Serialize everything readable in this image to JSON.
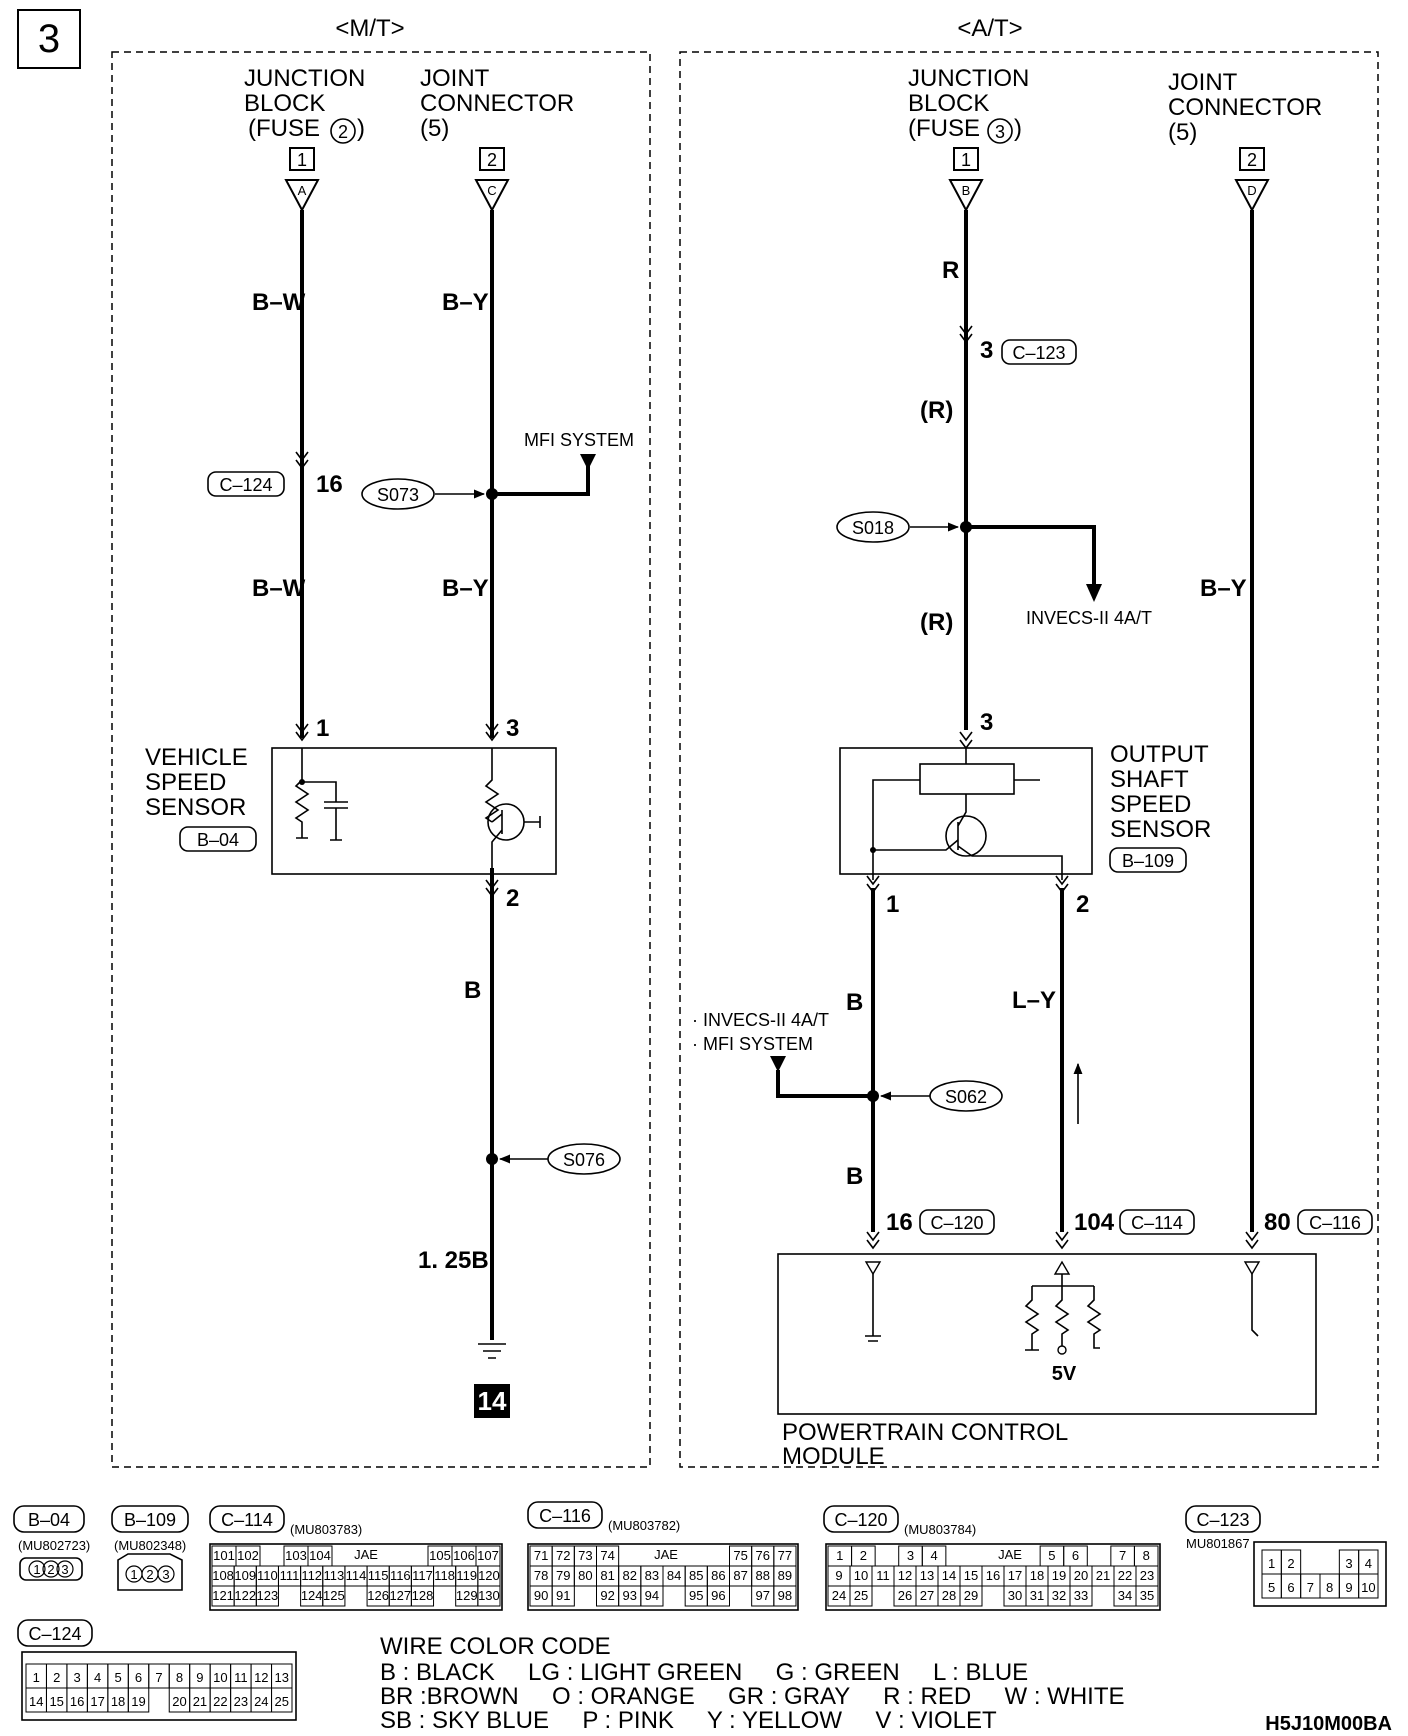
{
  "page_number": "3",
  "sections": {
    "mt": "<M/T>",
    "at": "<A/T>"
  },
  "mt": {
    "junction_block": {
      "line1": "JUNCTION",
      "line2": "BLOCK",
      "line3": "(FUSE",
      "fuse": "2",
      "close": ")",
      "pin": "1",
      "letter": "A"
    },
    "joint_connector": {
      "line1": "JOINT",
      "line2": "CONNECTOR",
      "line3": "(5)",
      "pin": "2",
      "letter": "C"
    },
    "wire_bw_1": "B–W",
    "wire_by_1": "B–Y",
    "conn_c124": "C–124",
    "conn_c124_pin": "16",
    "mfi_system": "MFI SYSTEM",
    "splice_s073": "S073",
    "wire_bw_2": "B–W",
    "wire_by_2": "B–Y",
    "sensor": {
      "line1": "VEHICLE",
      "line2": "SPEED",
      "line3": "SENSOR",
      "code": "B–04",
      "pin1": "1",
      "pin3": "3",
      "pin2": "2"
    },
    "wire_b": "B",
    "splice_s076": "S076",
    "wire_125b": "1. 25B",
    "ground": "14"
  },
  "at": {
    "junction_block": {
      "line1": "JUNCTION",
      "line2": "BLOCK",
      "line3": "(FUSE",
      "fuse": "3",
      "close": ")",
      "pin": "1",
      "letter": "B"
    },
    "joint_connector": {
      "line1": "JOINT",
      "line2": "CONNECTOR",
      "line3": "(5)",
      "pin": "2",
      "letter": "D"
    },
    "wire_r": "R",
    "conn_c123_pin": "3",
    "conn_c123": "C–123",
    "wire_r_paren_1": "(R)",
    "splice_s018": "S018",
    "invecs": "INVECS-II 4A/T",
    "wire_r_paren_2": "(R)",
    "wire_by": "B–Y",
    "sensor_pin3": "3",
    "sensor": {
      "line1": "OUTPUT",
      "line2": "SHAFT",
      "line3": "SPEED",
      "line4": "SENSOR",
      "code": "B–109",
      "pin1": "1",
      "pin2": "2"
    },
    "wire_b_1": "B",
    "wire_ly": "L–Y",
    "branch": {
      "line1": "· INVECS-II 4A/T",
      "line2": "· MFI SYSTEM"
    },
    "splice_s062": "S062",
    "wire_b_2": "B",
    "pcm_pin_16": "16",
    "conn_c120": "C–120",
    "pcm_pin_104": "104",
    "conn_c114": "C–114",
    "pcm_pin_80": "80",
    "conn_c116": "C–116",
    "five_v": "5V",
    "pcm": {
      "line1": "POWERTRAIN CONTROL",
      "line2": "MODULE"
    }
  },
  "connectors": {
    "b04": {
      "label": "B–04",
      "part": "(MU802723)",
      "pins": [
        "1",
        "2",
        "3"
      ]
    },
    "b109": {
      "label": "B–109",
      "part": "(MU802348)",
      "pins": [
        "1",
        "2",
        "3"
      ]
    },
    "c114": {
      "label": "C–114",
      "part": "(MU803783)",
      "jae": "JAE",
      "row1": [
        "101",
        "102",
        "",
        "103",
        "104",
        "",
        "",
        "",
        "",
        "105",
        "106",
        "107"
      ],
      "row2": [
        "108",
        "109",
        "110",
        "111",
        "112",
        "113",
        "114",
        "115",
        "116",
        "117",
        "118",
        "119",
        "120"
      ],
      "row3": [
        "121",
        "122",
        "123",
        "",
        "124",
        "125",
        "",
        "126",
        "127",
        "128",
        "",
        "129",
        "130"
      ]
    },
    "c116": {
      "label": "C–116",
      "part": "(MU803782)",
      "jae": "JAE",
      "row1": [
        "71",
        "72",
        "73",
        "74",
        "",
        "",
        "",
        "",
        "",
        "75",
        "76",
        "77"
      ],
      "row2": [
        "78",
        "79",
        "80",
        "81",
        "82",
        "83",
        "84",
        "85",
        "86",
        "87",
        "88",
        "89"
      ],
      "row3": [
        "90",
        "91",
        "",
        "92",
        "93",
        "94",
        "",
        "95",
        "96",
        "",
        "97",
        "98"
      ]
    },
    "c120": {
      "label": "C–120",
      "part": "(MU803784)",
      "jae": "JAE",
      "row1": [
        "1",
        "2",
        "",
        "3",
        "4",
        "",
        "",
        "",
        "",
        "5",
        "6",
        "",
        "7",
        "8"
      ],
      "row2": [
        "9",
        "10",
        "11",
        "12",
        "13",
        "14",
        "15",
        "16",
        "17",
        "18",
        "19",
        "20",
        "21",
        "22",
        "23"
      ],
      "row3": [
        "24",
        "25",
        "",
        "26",
        "27",
        "28",
        "29",
        "",
        "30",
        "31",
        "32",
        "33",
        "",
        "34",
        "35"
      ]
    },
    "c123": {
      "label": "C–123",
      "part": "MU801867",
      "row1": [
        "1",
        "2",
        "",
        "",
        "3",
        "4"
      ],
      "row2": [
        "5",
        "6",
        "7",
        "8",
        "9",
        "10"
      ]
    },
    "c124": {
      "label": "C–124",
      "row1": [
        "1",
        "2",
        "3",
        "4",
        "5",
        "6",
        "7",
        "8",
        "9",
        "10",
        "11",
        "12",
        "13"
      ],
      "row2": [
        "14",
        "15",
        "16",
        "17",
        "18",
        "19",
        "",
        "20",
        "21",
        "22",
        "23",
        "24",
        "25"
      ]
    }
  },
  "wire_color_code": {
    "title": "WIRE COLOR CODE",
    "lines": [
      "B : BLACK     LG : LIGHT GREEN     G : GREEN     L : BLUE",
      "BR :BROWN     O : ORANGE     GR : GRAY     R : RED     W : WHITE",
      "SB : SKY BLUE     P : PINK     Y : YELLOW     V : VIOLET"
    ]
  },
  "figure_code": "H5J10M00BA"
}
